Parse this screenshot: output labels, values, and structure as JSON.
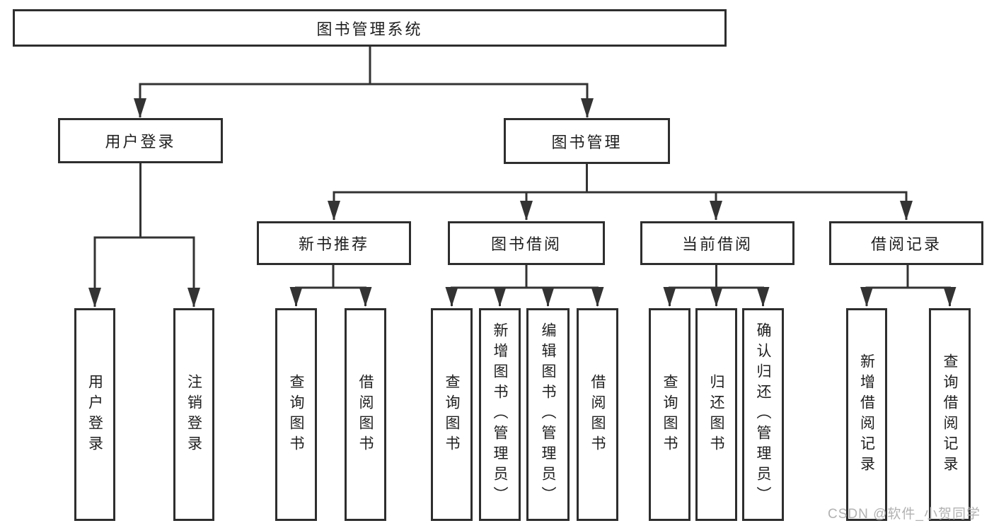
{
  "colors": {
    "line": "#333333",
    "border": "#2e2e2e",
    "text": "#1f1f1f",
    "watermark": "#b2b2b2",
    "background": "#ffffff"
  },
  "watermark": {
    "text": "CSDN @软件_小贺同学"
  },
  "tree": {
    "root": {
      "label": "图书管理系统"
    },
    "level2": [
      {
        "label": "用户登录",
        "children": [
          {
            "label": "用户登录"
          },
          {
            "label": "注销登录"
          }
        ]
      },
      {
        "label": "图书管理",
        "children": [
          {
            "label": "新书推荐",
            "children": [
              {
                "label": "查询图书"
              },
              {
                "label": "借阅图书"
              }
            ]
          },
          {
            "label": "图书借阅",
            "children": [
              {
                "label": "查询图书"
              },
              {
                "label": "新增图书（管理员）"
              },
              {
                "label": "编辑图书（管理员）"
              },
              {
                "label": "借阅图书"
              }
            ]
          },
          {
            "label": "当前借阅",
            "children": [
              {
                "label": "查询图书"
              },
              {
                "label": "归还图书"
              },
              {
                "label": "确认归还（管理员）"
              }
            ]
          },
          {
            "label": "借阅记录",
            "children": [
              {
                "label": "新增借阅记录"
              },
              {
                "label": "查询借阅记录"
              }
            ]
          }
        ]
      }
    ]
  }
}
